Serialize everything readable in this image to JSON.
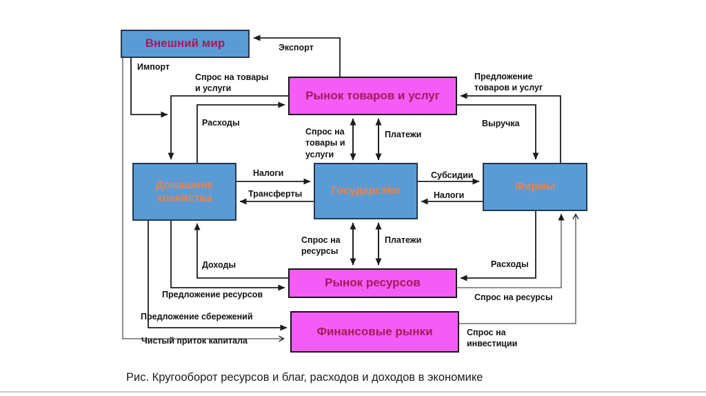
{
  "diagram": {
    "caption": "Рис. Кругооборот ресурсов и благ, расходов и доходов в экономике",
    "nodes": {
      "external_world": {
        "label": "Внешний мир"
      },
      "goods_market": {
        "label": "Рынок товаров и услуг"
      },
      "households": {
        "label": "Домашние хозяйства"
      },
      "government": {
        "label": "Государство"
      },
      "firms": {
        "label": "Фирмы"
      },
      "resource_market": {
        "label": "Рынок ресурсов"
      },
      "financial_markets": {
        "label": "Финансовые рынки"
      }
    },
    "edge_labels": {
      "export": "Экспорт",
      "import": "Импорт",
      "demand_goods_left": "Спрос на товары\nи услуги",
      "expenses_left": "Расходы",
      "supply_goods": "Предложение\nтоваров и услуг",
      "revenue": "Выручка",
      "demand_goods_mid": "Спрос на\nтовары и\nуслуги",
      "payments_top": "Платежи",
      "taxes_households": "Налоги",
      "transfers": "Трансферты",
      "subsidies": "Субсидии",
      "taxes_firms": "Налоги",
      "demand_resources_mid": "Спрос на\nресурсы",
      "payments_bottom": "Платежи",
      "income": "Доходы",
      "expenses_right": "Расходы",
      "supply_resources": "Предложение ресурсов",
      "demand_resources_right": "Спрос на ресурсы",
      "supply_savings": "Предложение сбережений",
      "demand_investments": "Спрос на\nинвестиции",
      "net_capital_inflow": "Чистый приток капитала"
    },
    "colors": {
      "node_blue_fill": "#5B9BD5",
      "node_blue_text": "#E8834E",
      "node_magenta_fill": "#F55BF5",
      "node_title_crimson": "#A5195B",
      "line": "#1C1C1C",
      "background": "#FFFFFF"
    }
  }
}
